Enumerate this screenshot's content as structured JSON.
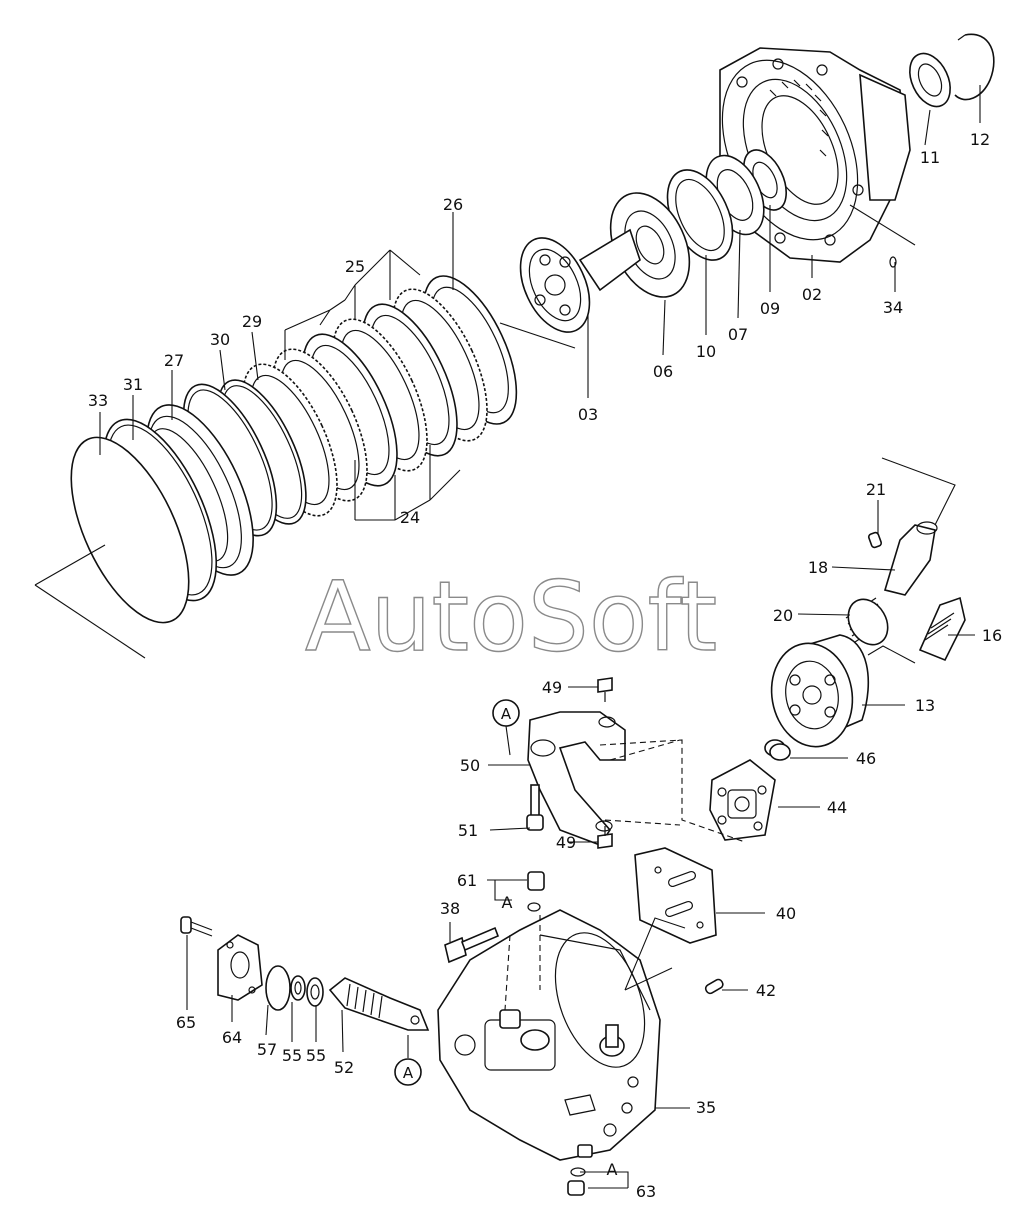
{
  "watermark": "AutoSoft",
  "callout_ref": "A",
  "labels": {
    "p02": "02",
    "p03": "03",
    "p06": "06",
    "p07": "07",
    "p09": "09",
    "p10": "10",
    "p11": "11",
    "p12": "12",
    "p13": "13",
    "p16": "16",
    "p18": "18",
    "p20": "20",
    "p21": "21",
    "p24": "24",
    "p25": "25",
    "p26": "26",
    "p27": "27",
    "p29": "29",
    "p30": "30",
    "p31": "31",
    "p33": "33",
    "p34": "34",
    "p35": "35",
    "p38": "38",
    "p40": "40",
    "p42": "42",
    "p44": "44",
    "p46": "46",
    "p49a": "49",
    "p49b": "49",
    "p50": "50",
    "p51": "51",
    "p52": "52",
    "p55a": "55",
    "p55b": "55",
    "p57": "57",
    "p61": "61",
    "p63": "63",
    "p64": "64",
    "p65": "65"
  },
  "colors": {
    "ink": "#111111",
    "paper": "#ffffff",
    "watermark": "#8a8a8a"
  }
}
